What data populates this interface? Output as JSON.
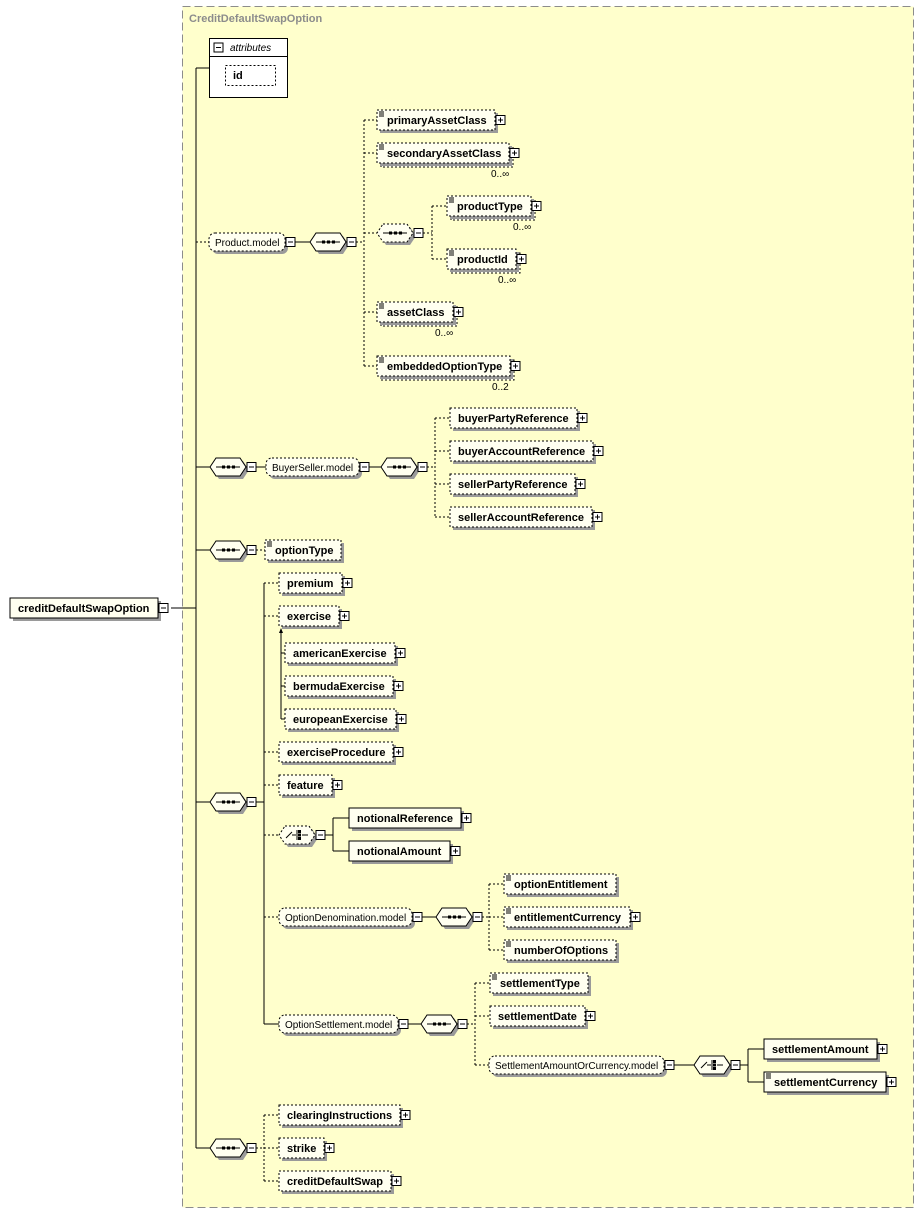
{
  "diagram": {
    "frame_title": "CreditDefaultSwapOption",
    "root": "creditDefaultSwapOption",
    "attributes_title": "attributes",
    "attribute_id": "id",
    "product_model": {
      "label": "Product.model",
      "primaryAssetClass": "primaryAssetClass",
      "secondaryAssetClass": "secondaryAssetClass",
      "secondaryAssetClass_occ": "0..∞",
      "productType": "productType",
      "productType_occ": "0..∞",
      "productId": "productId",
      "productId_occ": "0..∞",
      "assetClass": "assetClass",
      "assetClass_occ": "0..∞",
      "embeddedOptionType": "embeddedOptionType",
      "embeddedOptionType_occ": "0..2"
    },
    "buyer_seller_model": {
      "label": "BuyerSeller.model",
      "buyerPartyReference": "buyerPartyReference",
      "buyerAccountReference": "buyerAccountReference",
      "sellerPartyReference": "sellerPartyReference",
      "sellerAccountReference": "sellerAccountReference"
    },
    "optionType": "optionType",
    "premium": "premium",
    "exercise": "exercise",
    "americanExercise": "americanExercise",
    "bermudaExercise": "bermudaExercise",
    "europeanExercise": "europeanExercise",
    "exerciseProcedure": "exerciseProcedure",
    "feature": "feature",
    "notionalReference": "notionalReference",
    "notionalAmount": "notionalAmount",
    "option_denomination_model": {
      "label": "OptionDenomination.model",
      "optionEntitlement": "optionEntitlement",
      "entitlementCurrency": "entitlementCurrency",
      "numberOfOptions": "numberOfOptions"
    },
    "option_settlement_model": {
      "label": "OptionSettlement.model",
      "settlementType": "settlementType",
      "settlementDate": "settlementDate",
      "settlement_amount_or_currency_model": "SettlementAmountOrCurrency.model",
      "settlementAmount": "settlementAmount",
      "settlementCurrency": "settlementCurrency"
    },
    "clearingInstructions": "clearingInstructions",
    "strike": "strike",
    "creditDefaultSwap": "creditDefaultSwap"
  }
}
